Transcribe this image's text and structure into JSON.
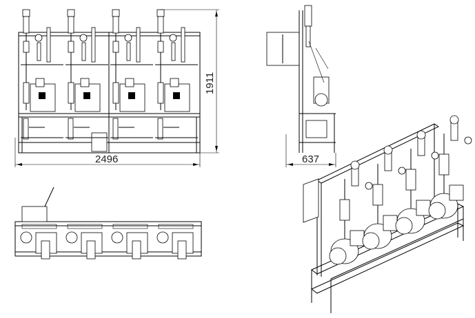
{
  "drawing": {
    "front_view": {
      "height_dimension": "1911",
      "width_dimension": "2496",
      "pump_units": 4
    },
    "side_view": {
      "depth_dimension": "637"
    },
    "top_view": {
      "pump_units": 4
    },
    "isometric_view": {
      "pump_units": 4
    }
  }
}
